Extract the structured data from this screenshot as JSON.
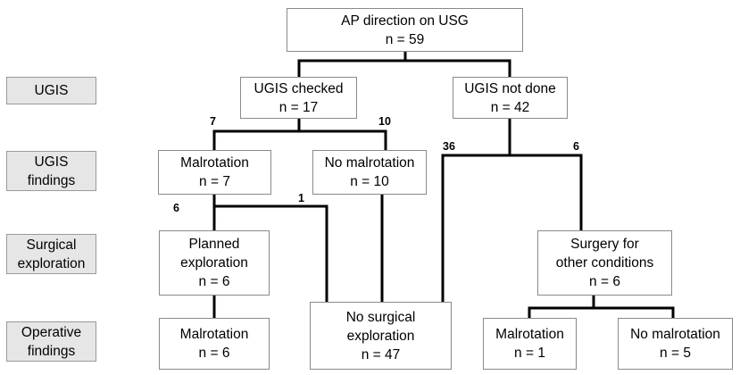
{
  "row_labels": {
    "ugis": "UGIS",
    "ugis_findings": [
      "UGIS",
      "findings"
    ],
    "surgical_exploration": [
      "Surgical",
      "exploration"
    ],
    "operative_findings": [
      "Operative",
      "findings"
    ]
  },
  "nodes": {
    "root": [
      "AP direction on USG",
      "n = 59"
    ],
    "ugis_checked": [
      "UGIS checked",
      "n = 17"
    ],
    "ugis_not_done": [
      "UGIS not done",
      "n = 42"
    ],
    "malrotation_ugis": [
      "Malrotation",
      "n = 7"
    ],
    "no_malrotation_ugis": [
      "No malrotation",
      "n = 10"
    ],
    "planned_exploration": [
      "Planned",
      "exploration",
      "n = 6"
    ],
    "surgery_other": [
      "Surgery for",
      "other conditions",
      "n = 6"
    ],
    "malrotation_op": [
      "Malrotation",
      "n = 6"
    ],
    "no_surgical_exploration": [
      "No surgical",
      "exploration",
      "n = 47"
    ],
    "malrotation_other": [
      "Malrotation",
      "n = 1"
    ],
    "no_malrotation_other": [
      "No malrotation",
      "n = 5"
    ]
  },
  "edge_counts": {
    "checked_to_malrotation": "7",
    "checked_to_no_malrotation": "10",
    "not_done_to_no_exploration": "36",
    "not_done_to_surgery_other": "6",
    "malrotation_to_planned": "6",
    "malrotation_to_no_exploration": "1"
  }
}
